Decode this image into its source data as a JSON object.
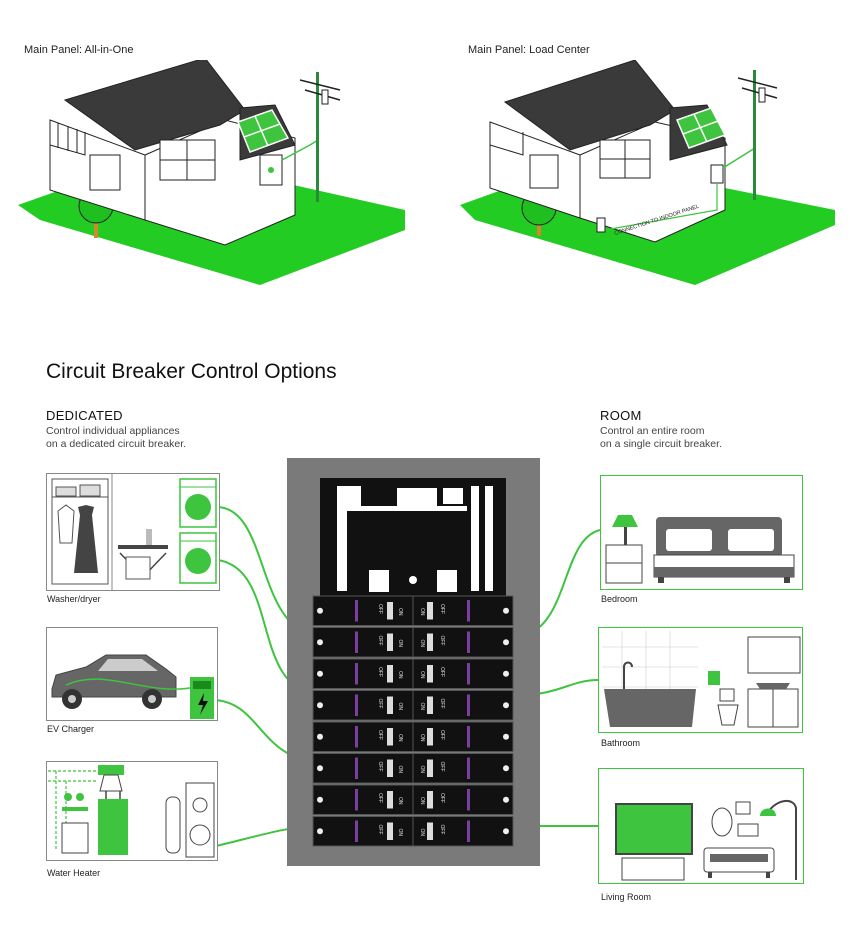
{
  "top": {
    "left_title": "Main Panel: All-in-One",
    "right_title": "Main Panel: Load Center",
    "indoor_label": "CONNECTION TO INDOOR PANEL"
  },
  "main": {
    "title": "Circuit Breaker Control Options",
    "dedicated": {
      "title": "DEDICATED",
      "desc_line1": "Control individual appliances",
      "desc_line2": "on a dedicated circuit breaker."
    },
    "room": {
      "title": "ROOM",
      "desc_line1": "Control an entire room",
      "desc_line2": "on a single circuit breaker."
    }
  },
  "left_items": [
    {
      "label": "Washer/dryer"
    },
    {
      "label": "EV Charger"
    },
    {
      "label": "Water Heater"
    }
  ],
  "right_items": [
    {
      "label": "Bedroom"
    },
    {
      "label": "Bathroom"
    },
    {
      "label": "Living Room"
    }
  ],
  "breaker": {
    "on_label": "ON",
    "off_label": "OFF",
    "rows": 8
  },
  "colors": {
    "accent_green": "#3ec43e",
    "lawn_green": "#22cc22",
    "panel_gray": "#7a7a7a",
    "breaker_black": "#111111",
    "breaker_purple": "#7b3fa0"
  }
}
